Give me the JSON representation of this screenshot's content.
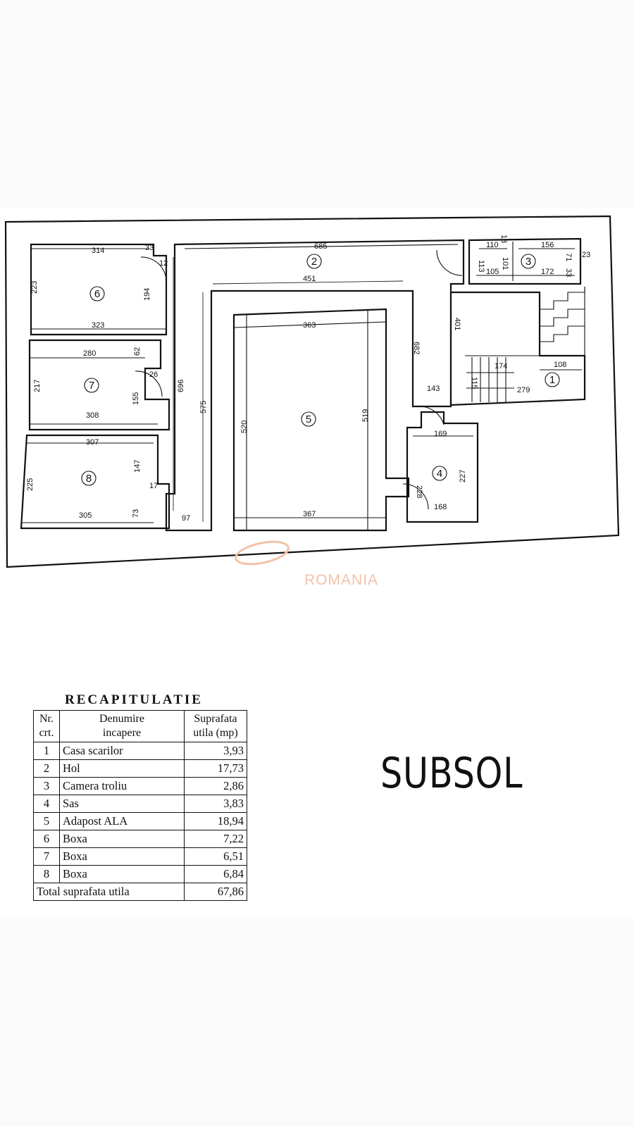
{
  "plan": {
    "rooms": [
      {
        "number": "1"
      },
      {
        "number": "2"
      },
      {
        "number": "3"
      },
      {
        "number": "4"
      },
      {
        "number": "5"
      },
      {
        "number": "6"
      },
      {
        "number": "7"
      },
      {
        "number": "8"
      }
    ],
    "dimensions": {
      "d314": "314",
      "d33a": "33",
      "d12": "12",
      "d223": "223",
      "d194": "194",
      "d323": "323",
      "d280": "280",
      "d62": "62",
      "d26": "26",
      "d217": "217",
      "d155": "155",
      "d308": "308",
      "d307": "307",
      "d225": "225",
      "d147": "147",
      "d17": "17",
      "d73": "73",
      "d305": "305",
      "d97": "97",
      "d696": "696",
      "d575": "575",
      "d685": "685",
      "d451": "451",
      "d363": "363",
      "d520": "520",
      "d519": "519",
      "d367": "367",
      "d682": "682",
      "d401": "401",
      "d143": "143",
      "d169": "169",
      "d228": "228",
      "d227": "227",
      "d168": "168",
      "d110": "110",
      "d113": "113",
      "d105": "105",
      "d101": "101",
      "d156": "156",
      "d172": "172",
      "d71": "71",
      "d33b": "33",
      "d13": "13",
      "d23": "23",
      "d174": "174",
      "d108": "108",
      "d115": "115",
      "d279": "279"
    },
    "watermark": "ROMANIA"
  },
  "recap": {
    "title": "RECAPITULATIE",
    "headers": {
      "nr_line1": "Nr.",
      "nr_line2": "crt.",
      "name_line1": "Denumire",
      "name_line2": "incapere",
      "area_line1": "Suprafata",
      "area_line2": "utila (mp)"
    },
    "rows": [
      {
        "nr": "1",
        "name": "Casa scarilor",
        "area": "3,93"
      },
      {
        "nr": "2",
        "name": "Hol",
        "area": "17,73"
      },
      {
        "nr": "3",
        "name": "Camera troliu",
        "area": "2,86"
      },
      {
        "nr": "4",
        "name": "Sas",
        "area": "3,83"
      },
      {
        "nr": "5",
        "name": "Adapost ALA",
        "area": "18,94"
      },
      {
        "nr": "6",
        "name": "Boxa",
        "area": "7,22"
      },
      {
        "nr": "7",
        "name": "Boxa",
        "area": "6,51"
      },
      {
        "nr": "8",
        "name": "Boxa",
        "area": "6,84"
      }
    ],
    "total_label": "Total suprafata utila",
    "total_value": "67,86"
  },
  "level_label": "SUBSOL"
}
